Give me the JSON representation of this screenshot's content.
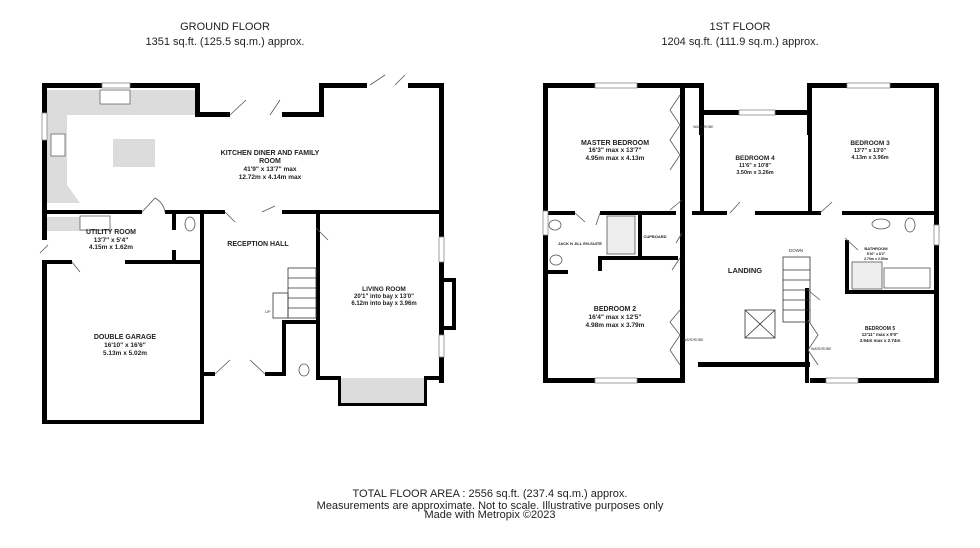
{
  "ground_floor": {
    "title": "GROUND FLOOR",
    "area": "1351 sq.ft. (125.5 sq.m.) approx.",
    "rooms": [
      {
        "name": "KITCHEN DINER AND FAMILY",
        "name2": "ROOM",
        "imperial": "41'9\"  x 13'7\" max",
        "metric": "12.72m  x 4.14m max"
      },
      {
        "name": "UTILITY ROOM",
        "imperial": "13'7\"  x 5'4\"",
        "metric": "4.15m  x 1.62m"
      },
      {
        "name": "RECEPTION HALL"
      },
      {
        "name": "LIVING ROOM",
        "imperial": "20'1\" into bay x 13'0\"",
        "metric": "6.12m into bay x 3.96m"
      },
      {
        "name": "DOUBLE GARAGE",
        "imperial": "16'10\"  x 16'6\"",
        "metric": "5.13m  x 5.02m"
      }
    ],
    "stair_label": "UP"
  },
  "first_floor": {
    "title": "1ST FLOOR",
    "area": "1204 sq.ft. (111.9 sq.m.) approx.",
    "rooms": [
      {
        "name": "MASTER BEDROOM",
        "imperial": "16'3\" max x 13'7\"",
        "metric": "4.95m max x 4.13m"
      },
      {
        "name": "BEDROOM 4",
        "imperial": "11'6\"  x 10'8\"",
        "metric": "3.50m  x 3.26m"
      },
      {
        "name": "BEDROOM 3",
        "imperial": "13'7\"  x 13'0\"",
        "metric": "4.13m  x 3.96m"
      },
      {
        "name": "JACK N JILL EN-SUITE"
      },
      {
        "name": "CUPBOARD"
      },
      {
        "name": "LANDING"
      },
      {
        "name": "BATHROOM",
        "imperial": "8'10\"  x 8'2\"",
        "metric": "2.70m  x 2.50m"
      },
      {
        "name": "BEDROOM 2",
        "imperial": "16'4\" max x 12'5\"",
        "metric": "4.98m max x 3.79m"
      },
      {
        "name": "BEDROOM 5",
        "imperial": "12'11\" max x 9'0\"",
        "metric": "3.94m max x 2.74m"
      }
    ],
    "stair_label": "DOWN",
    "wardrobe_label": "WARDROBE"
  },
  "footer": {
    "total": "TOTAL FLOOR AREA : 2556 sq.ft. (237.4 sq.m.) approx.",
    "disclaimer": "Measurements are approximate.  Not to scale.  Illustrative purposes only",
    "credit": "Made with Metropix ©2023"
  }
}
